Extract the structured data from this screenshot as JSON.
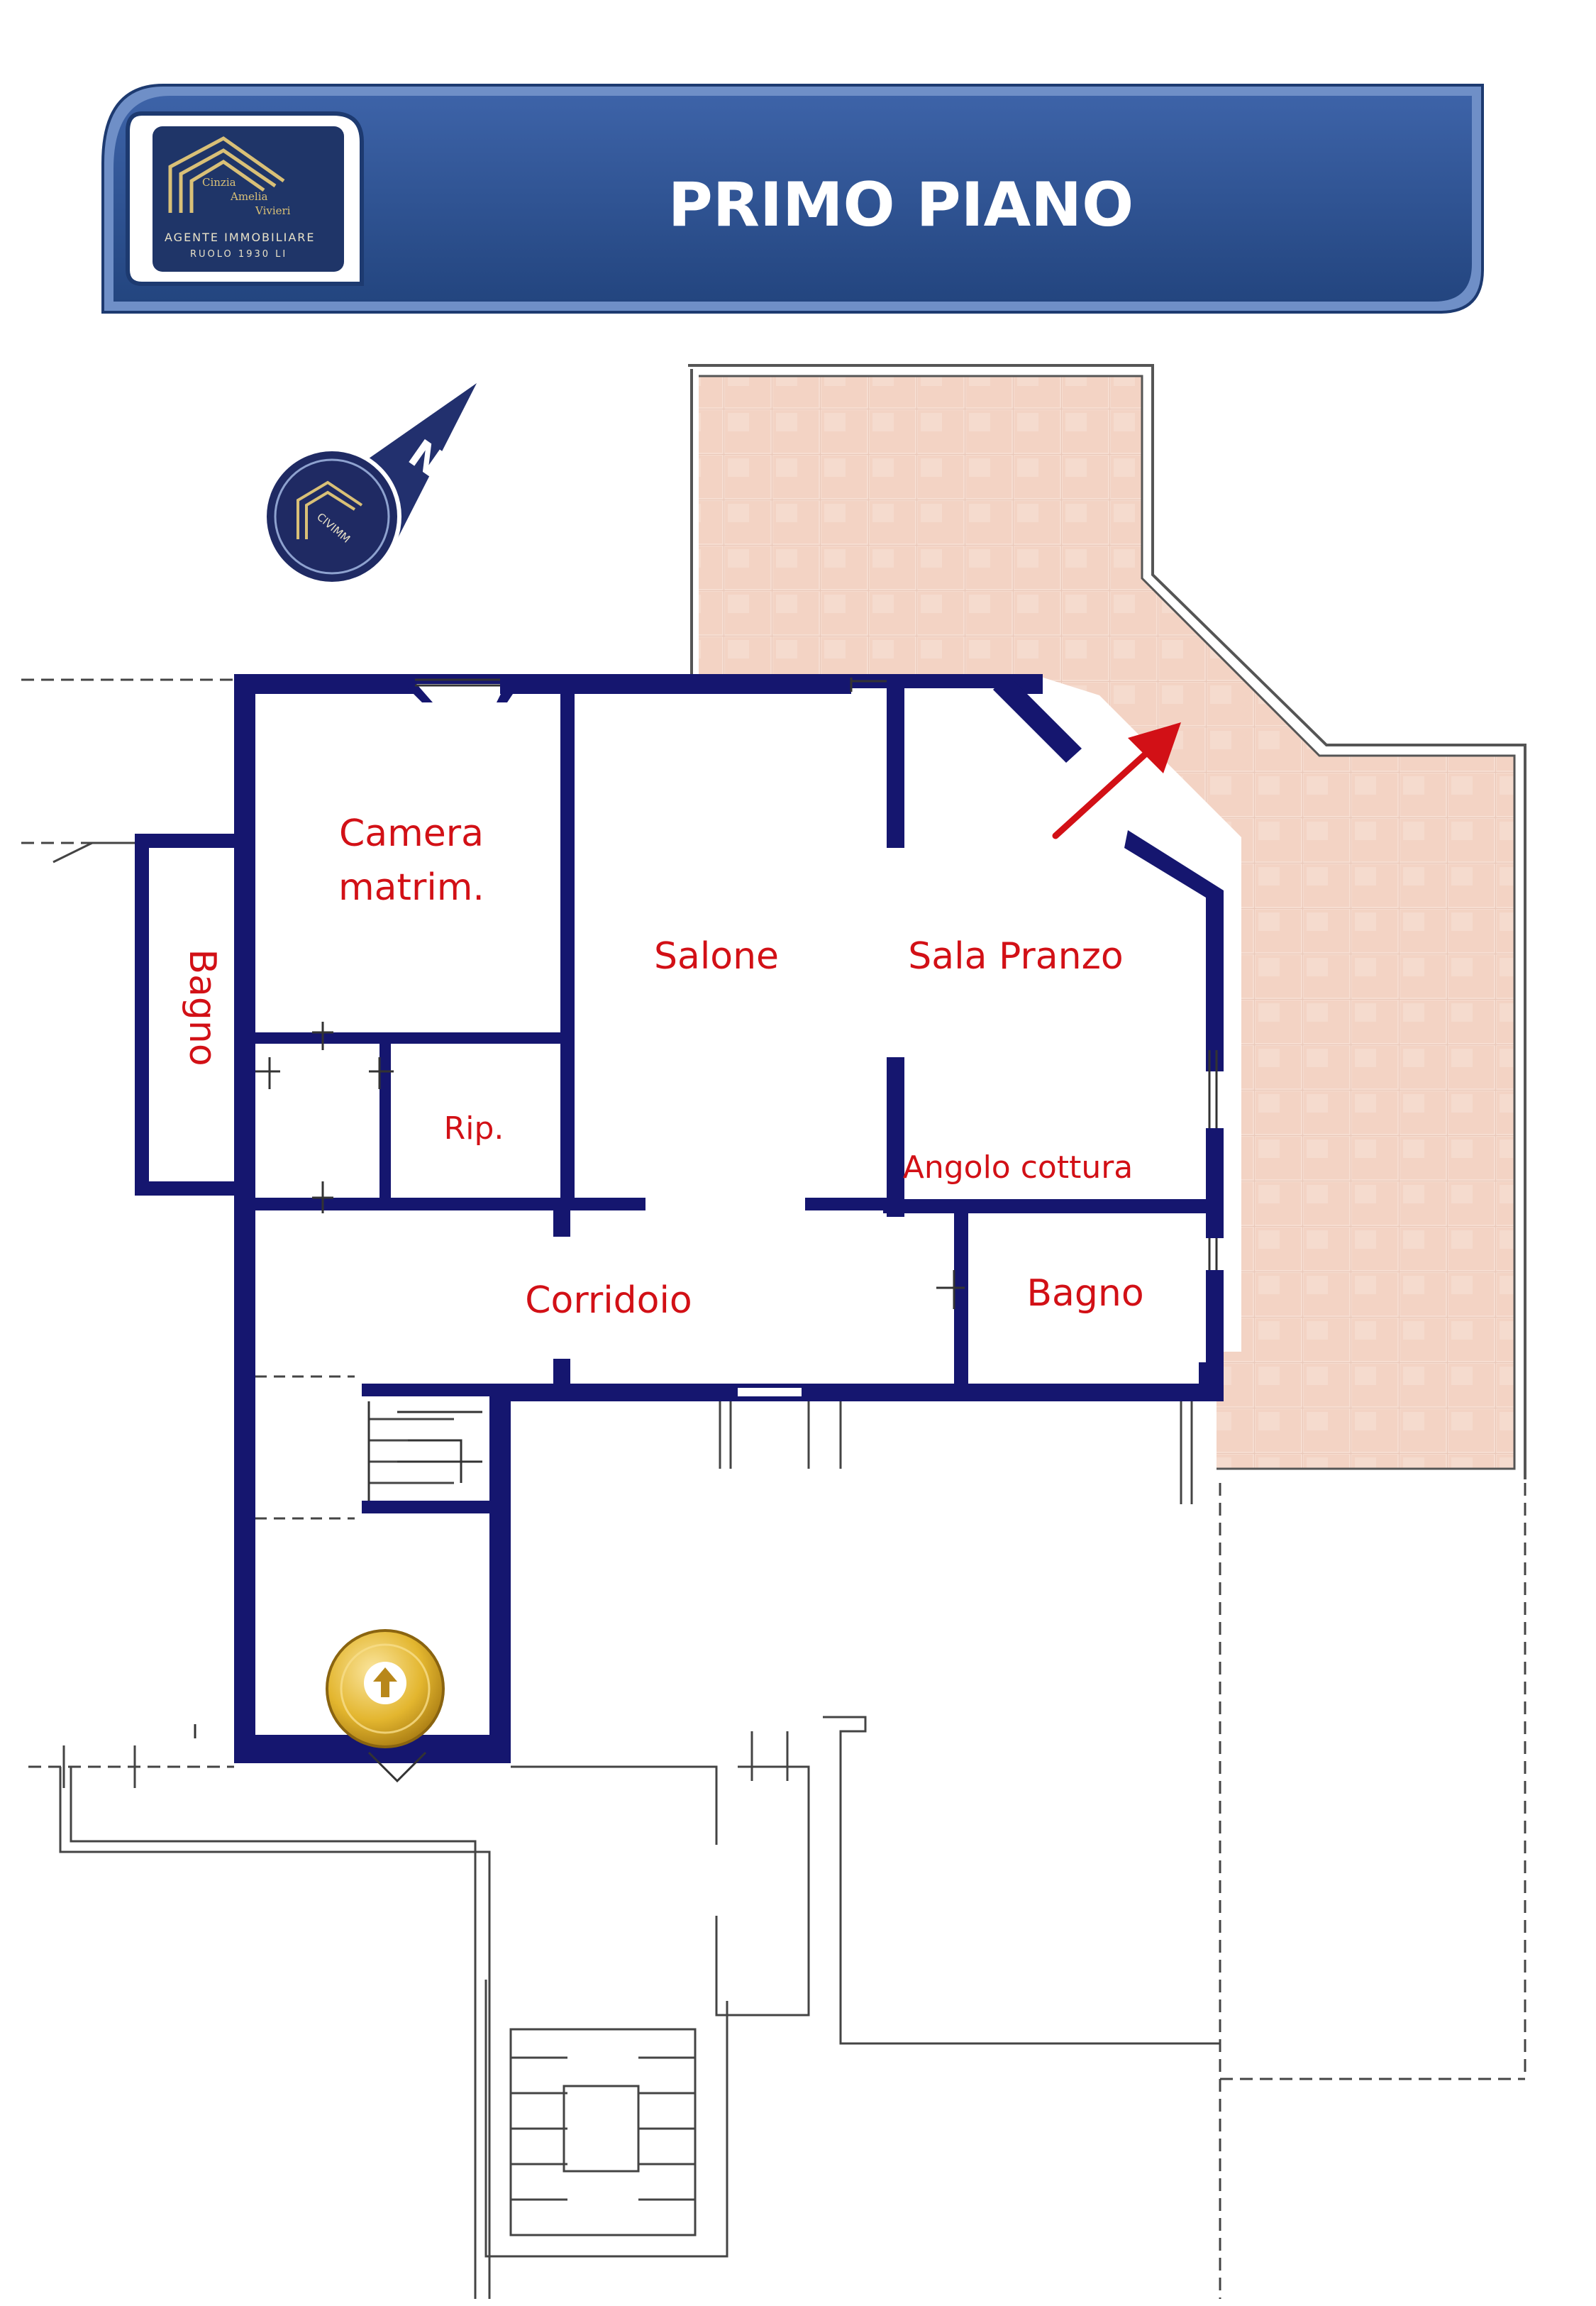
{
  "header": {
    "title": "PRIMO PIANO",
    "logo": {
      "name_lines": [
        "Cinzia",
        "Amelia",
        "Vivieri"
      ],
      "role": "AGENTE IMMOBILIARE",
      "registration": "RUOLO 1930 LI"
    }
  },
  "compass": {
    "north_label": "N",
    "badge_text": "CIVIMM"
  },
  "rooms": {
    "camera_line1": "Camera",
    "camera_line2": "matrim.",
    "bagno_left": "Bagno",
    "salone": "Salone",
    "sala_pranzo": "Sala Pranzo",
    "rip": "Rip.",
    "angolo_cottura": "Angolo cottura",
    "corridoio": "Corridoio",
    "bagno_right": "Bagno"
  },
  "colors": {
    "brand_blue": "#2c4f8f",
    "wall_navy": "#15166f",
    "label_red": "#d21016",
    "terrace_tile": "#f3d9cc",
    "logo_gold": "#d9c077",
    "entrance_gold": "#e3b62f"
  },
  "icons": {
    "entrance_marker": "up-arrow-circle-icon",
    "view_arrow": "red-arrow-icon"
  }
}
